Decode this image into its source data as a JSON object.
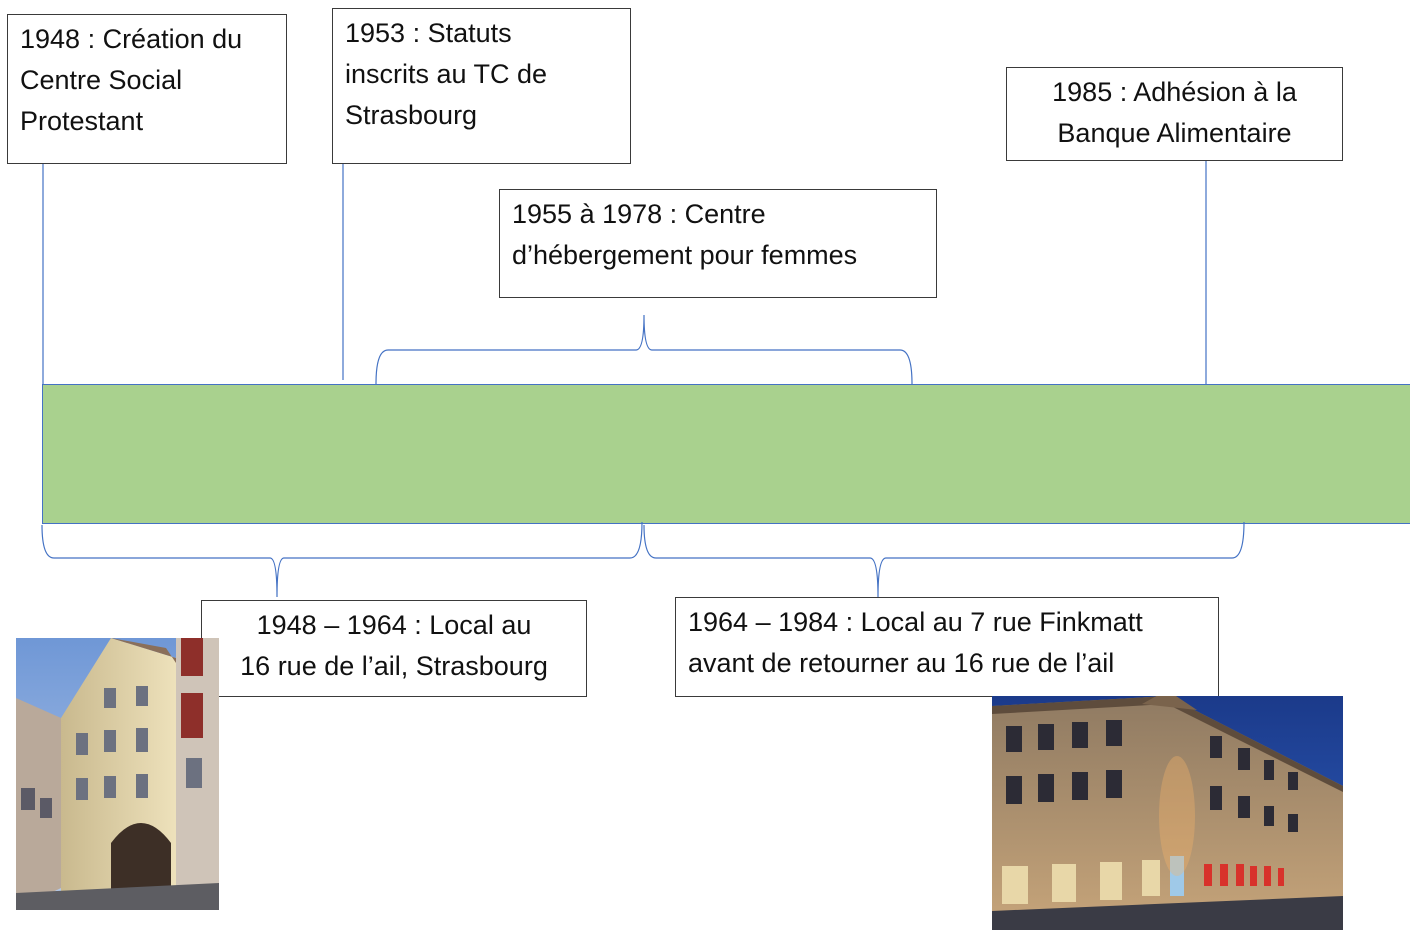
{
  "events": {
    "creation": {
      "lines": [
        "1948 : Création du",
        "Centre Social",
        "Protestant"
      ]
    },
    "statuts": {
      "lines": [
        "1953 : Statuts",
        "inscrits au TC de",
        "Strasbourg"
      ]
    },
    "hebergement": {
      "lines": [
        "1955 à 1978 : Centre",
        "d’hébergement pour femmes"
      ]
    },
    "banque": {
      "lines": [
        "1985 : Adhésion à la",
        "Banque Alimentaire"
      ]
    },
    "local_ail": {
      "lines": [
        "1948 – 1964 : Local au",
        "16 rue de l’ail, Strasbourg"
      ]
    },
    "local_finkmatt": {
      "lines": [
        "1964 – 1984 : Local au 7 rue Finkmatt",
        "avant de retourner au 16 rue de l’ail"
      ]
    }
  },
  "colors": {
    "timeline_fill": "#a9d18e",
    "connector": "#4472c4",
    "box_border": "#3a3a3a"
  }
}
